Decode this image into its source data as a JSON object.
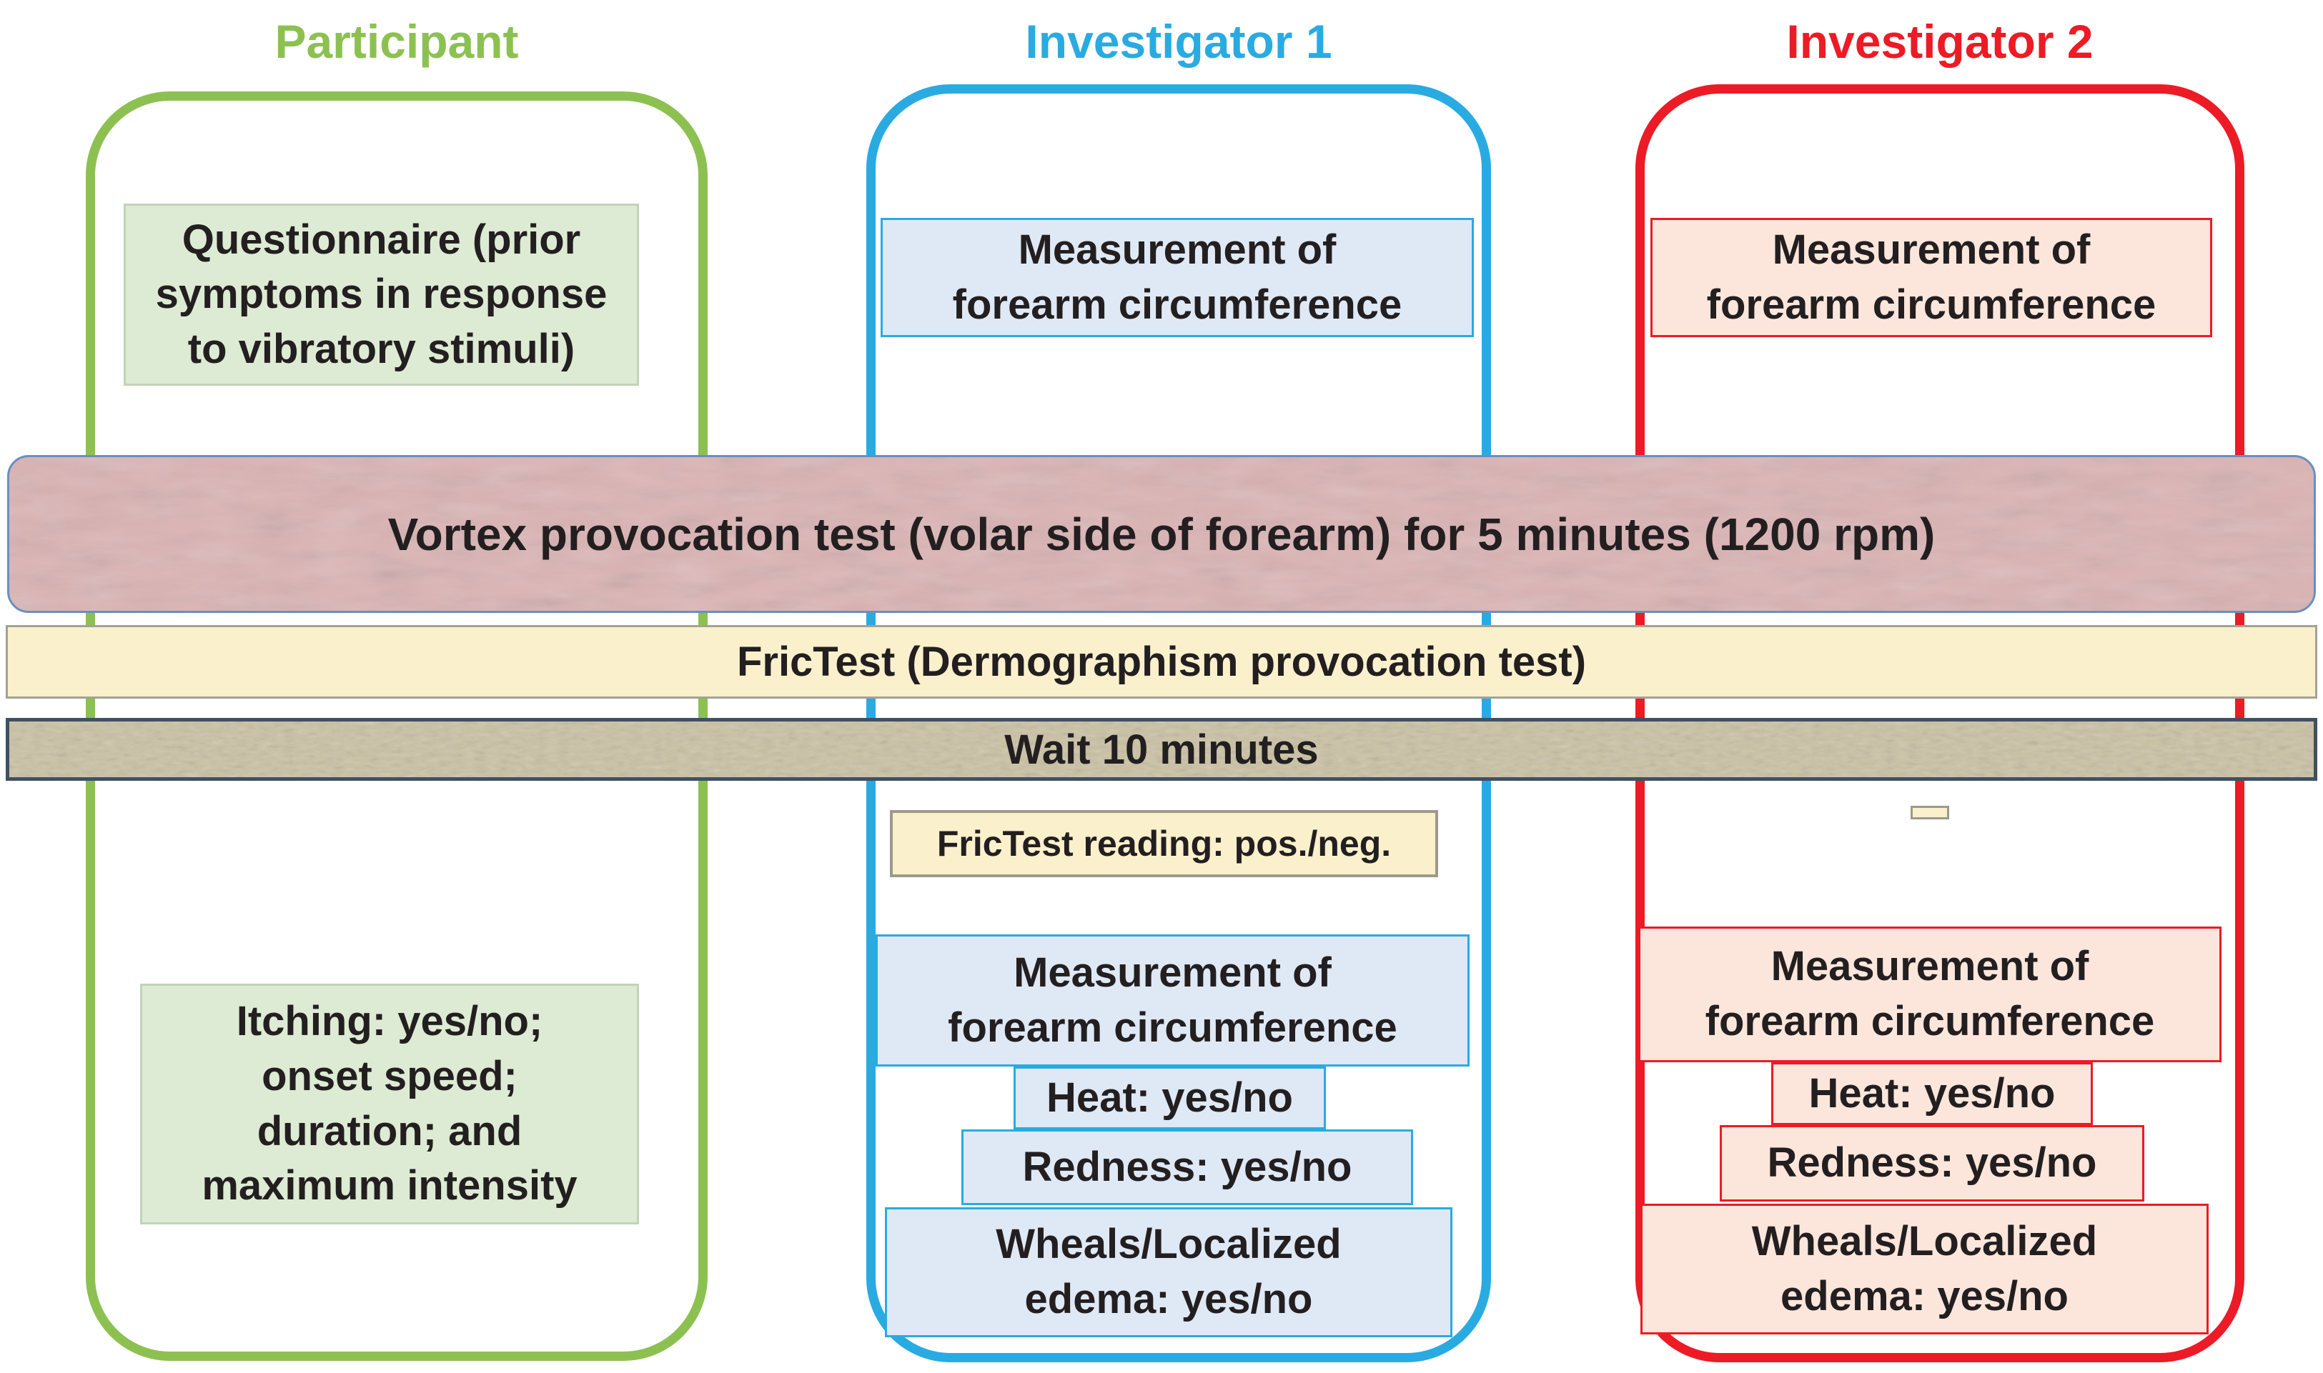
{
  "colors": {
    "participant_accent": "#8CC152",
    "investigator1_accent": "#29ABE2",
    "investigator2_accent": "#EC1B25",
    "participant_box_fill": "#DEEBD4",
    "investigator1_box_fill": "#DFE9F5",
    "investigator2_box_fill": "#FCE6DC",
    "yellow_box_fill": "#FAF0CC",
    "vortex_band_fill": "#DCB4B5",
    "frictest_band_fill": "#FAF0CC",
    "wait_band_fill": "#CBC2A3",
    "text": "#231F20"
  },
  "participant": {
    "title": "Participant",
    "questionnaire_box": "Questionnaire (prior\nsymptoms in response\nto vibratory stimuli)",
    "itching_box": "Itching: yes/no;\nonset speed;\nduration; and\nmaximum intensity"
  },
  "investigator1": {
    "title": "Investigator 1",
    "measurement_box_top": "Measurement of\nforearm circumference",
    "frictest_reading_box": "FricTest reading: pos./neg.",
    "measurement_box_bottom": "Measurement of\nforearm circumference",
    "heat_box": "Heat: yes/no",
    "redness_box": "Redness: yes/no",
    "wheals_box": "Wheals/Localized\nedema: yes/no"
  },
  "investigator2": {
    "title": "Investigator 2",
    "measurement_box_top": "Measurement of\nforearm circumference",
    "measurement_box_bottom": "Measurement of\nforearm circumference",
    "heat_box": "Heat: yes/no",
    "redness_box": "Redness: yes/no",
    "wheals_box": "Wheals/Localized\nedema: yes/no"
  },
  "bands": {
    "vortex": "Vortex provocation test (volar side of forearm) for 5 minutes (1200 rpm)",
    "frictest": "FricTest (Dermographism provocation test)",
    "wait": "Wait 10 minutes"
  }
}
